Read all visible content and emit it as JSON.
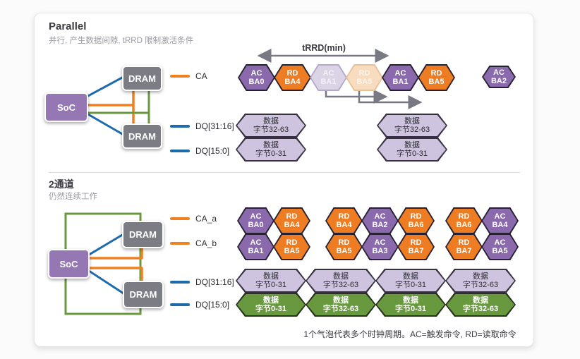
{
  "colors": {
    "cmd_purple": "#8a69ac",
    "cmd_orange": "#ee7c22",
    "faded_purple": "#dbd3e6",
    "faded_orange": "#f8dcbf",
    "data_purple": "#cfc4df",
    "data_green": "#68993f",
    "soc_purple": "#9577b4",
    "dram_gray": "#7c7c85",
    "line_blue": "#1d6aac",
    "line_orange": "#f08122",
    "line_green": "#68993f",
    "arrow_gray": "#797984"
  },
  "blocks": {
    "soc": "SoC",
    "dram": "DRAM"
  },
  "sections": {
    "parallel": {
      "title": "Parallel",
      "subtitle": "并行, 产生数据间隙, tRRD 限制激活条件",
      "trrd_label": "tRRD(min)",
      "legend": {
        "ca": "CA",
        "dq_hi": "DQ[31:16]",
        "dq_lo": "DQ[15:0]"
      },
      "ca_bubbles": [
        {
          "l1": "AC",
          "l2": "BA0"
        },
        {
          "l1": "RD",
          "l2": "BA4"
        },
        {
          "l1": "AC",
          "l2": "BA1"
        },
        {
          "l1": "RD",
          "l2": "BA5"
        },
        {
          "l1": "AC",
          "l2": "BA1"
        },
        {
          "l1": "RD",
          "l2": "BA5"
        },
        {
          "l1": "AC",
          "l2": "BA2"
        }
      ],
      "dq_hi_bubbles": [
        {
          "l1": "数据",
          "l2": "字节32-63"
        },
        {
          "l1": "数据",
          "l2": "字节32-63"
        }
      ],
      "dq_lo_bubbles": [
        {
          "l1": "数据",
          "l2": "字节0-31"
        },
        {
          "l1": "数据",
          "l2": "字节0-31"
        }
      ]
    },
    "dual": {
      "title": "2通道",
      "subtitle": "仍然连续工作",
      "legend": {
        "ca_a": "CA_a",
        "ca_b": "CA_b",
        "dq_hi": "DQ[31:16]",
        "dq_lo": "DQ[15:0]"
      },
      "ca_a_bubbles": [
        {
          "l1": "AC",
          "l2": "BA0"
        },
        {
          "l1": "RD",
          "l2": "BA4"
        },
        {
          "l1": "RD",
          "l2": "BA4"
        },
        {
          "l1": "AC",
          "l2": "BA2"
        },
        {
          "l1": "RD",
          "l2": "BA6"
        },
        {
          "l1": "RD",
          "l2": "BA6"
        },
        {
          "l1": "AC",
          "l2": "BA4"
        }
      ],
      "ca_b_bubbles": [
        {
          "l1": "AC",
          "l2": "BA1"
        },
        {
          "l1": "RD",
          "l2": "BA5"
        },
        {
          "l1": "RD",
          "l2": "BA5"
        },
        {
          "l1": "AC",
          "l2": "BA3"
        },
        {
          "l1": "RD",
          "l2": "BA7"
        },
        {
          "l1": "RD",
          "l2": "BA7"
        },
        {
          "l1": "AC",
          "l2": "BA5"
        }
      ],
      "dq_hi_bubbles": [
        {
          "l1": "数据",
          "l2": "字节0-31"
        },
        {
          "l1": "数据",
          "l2": "字节32-63"
        },
        {
          "l1": "数据",
          "l2": "字节0-31"
        },
        {
          "l1": "数据",
          "l2": "字节32-63"
        }
      ],
      "dq_lo_bubbles": [
        {
          "l1": "数据",
          "l2": "字节0-31"
        },
        {
          "l1": "数据",
          "l2": "字节32-63"
        },
        {
          "l1": "数据",
          "l2": "字节0-31"
        },
        {
          "l1": "数据",
          "l2": "字节32-63"
        }
      ]
    }
  },
  "footnote": "1个气泡代表多个时钟周期。AC=触发命令, RD=读取命令"
}
